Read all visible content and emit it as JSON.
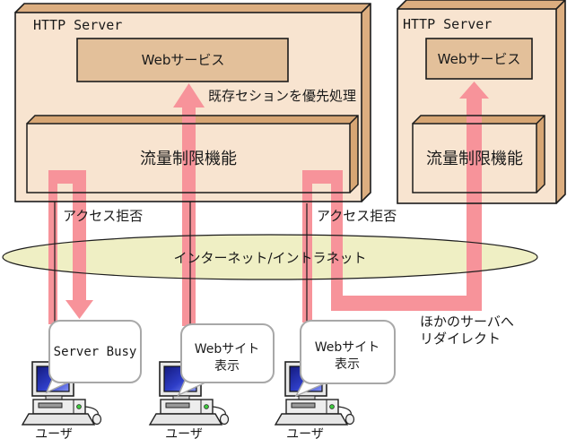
{
  "colors": {
    "server_fill": "#f8e4d0",
    "side_fill": "#dcae80",
    "inner_side_fill": "#d7a674",
    "webservice_fill": "#e3c09a",
    "ellipse_fill": "#efefc4",
    "arrow_pink": "#f7939a",
    "bubble_border": "#a8a8a8",
    "line_black": "#1c1c1c"
  },
  "servers": {
    "left": {
      "title": "HTTP Server",
      "web_service": "Webサービス",
      "flow_limit": "流量制限機能"
    },
    "right": {
      "title": "HTTP Server",
      "web_service": "Webサービス",
      "flow_limit": "流量制限機能"
    }
  },
  "labels": {
    "priority": "既存セションを優先処理",
    "access_denied_left": "アクセス拒否",
    "access_denied_right": "アクセス拒否",
    "network": "インターネット/イントラネット",
    "redirect_line1": "ほかのサーバへ",
    "redirect_line2": "リダイレクト"
  },
  "clients": [
    {
      "bubble_line1": "Server Busy",
      "user": "ユーザ"
    },
    {
      "bubble_line1": "Webサイト",
      "bubble_line2": "表示",
      "user": "ユーザ"
    },
    {
      "bubble_line1": "Webサイト",
      "bubble_line2": "表示",
      "user": "ユーザ"
    }
  ]
}
